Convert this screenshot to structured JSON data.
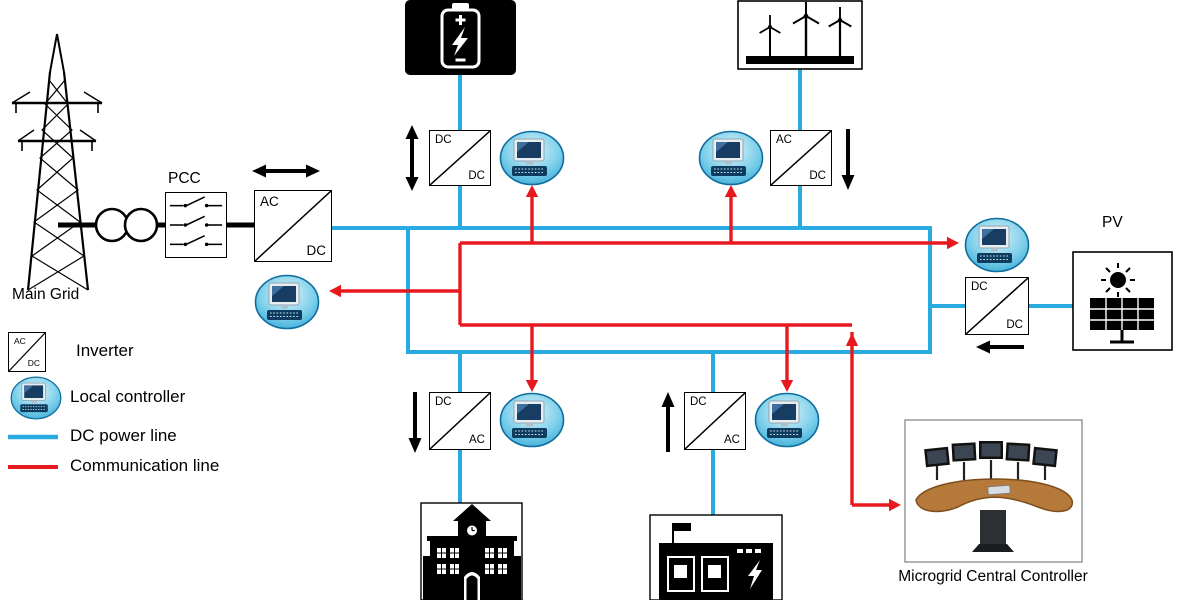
{
  "diagram": {
    "labels": {
      "main_grid": "Main Grid",
      "pcc": "PCC",
      "pv": "PV",
      "central_controller": "Microgrid Central Controller"
    },
    "converters": {
      "main": {
        "top": "AC",
        "bottom": "DC"
      },
      "battery": {
        "top": "DC",
        "bottom": "DC"
      },
      "wind": {
        "top": "AC",
        "bottom": "DC"
      },
      "pv": {
        "top": "DC",
        "bottom": "DC"
      },
      "building": {
        "top": "DC",
        "bottom": "AC"
      },
      "industry": {
        "top": "DC",
        "bottom": "AC"
      }
    },
    "legend": {
      "inverter_box": {
        "top": "AC",
        "bottom": "DC"
      },
      "inverter": "Inverter",
      "local_controller": "Local controller",
      "dc_power_line": "DC power line",
      "communication_line": "Communication line"
    },
    "colors": {
      "dc_power_line": "#29ABE2",
      "communication_line": "#E8191E"
    },
    "icons": [
      "transmission-tower-icon",
      "transformer-icon",
      "pcc-switchgear-icon",
      "battery-storage-icon",
      "wind-turbines-icon",
      "pv-panel-icon",
      "building-load-icon",
      "industrial-load-icon",
      "local-controller-icon",
      "central-controller-icon"
    ]
  }
}
